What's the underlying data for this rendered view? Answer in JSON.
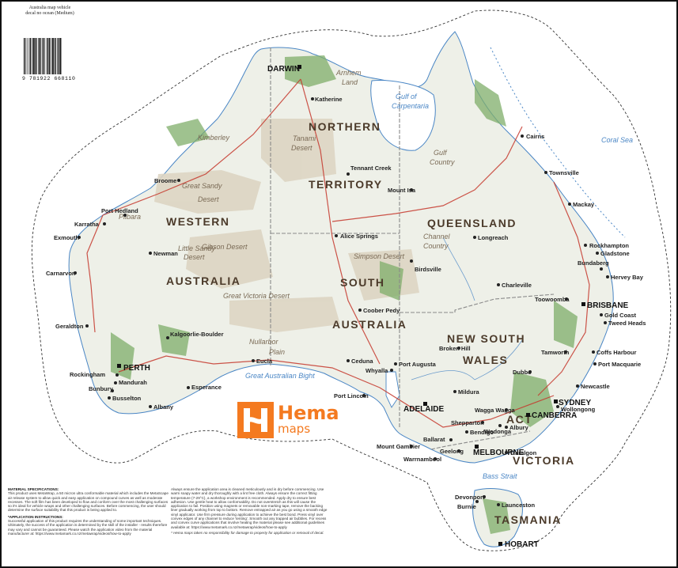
{
  "product": {
    "title": "Australia map vehicle decal no ocean (Medium)",
    "barcode_digits": "9 781922 668110"
  },
  "brand": {
    "name": "Hema",
    "sub": "maps"
  },
  "colors": {
    "land": "#eef0e8",
    "desert": "#ddd5c3",
    "forest": "#7fae6a",
    "water": "#4a86c5",
    "road": "#c5372c",
    "brand_orange": "#f47a20"
  },
  "map": {
    "states": [
      {
        "label": "WESTERN"
      },
      {
        "label": "AUSTRALIA"
      },
      {
        "label": "NORTHERN"
      },
      {
        "label": "TERRITORY"
      },
      {
        "label": "SOUTH"
      },
      {
        "label": "AUSTRALIA"
      },
      {
        "label": "QUEENSLAND"
      },
      {
        "label": "NEW SOUTH"
      },
      {
        "label": "WALES"
      },
      {
        "label": "VICTORIA"
      },
      {
        "label": "TASMANIA"
      },
      {
        "label": "ACT"
      }
    ],
    "regions": [
      {
        "label": "Great Sandy"
      },
      {
        "label": "Desert"
      },
      {
        "label": "Gibson Desert"
      },
      {
        "label": "Little Sandy"
      },
      {
        "label": "Desert"
      },
      {
        "label": "Tanami"
      },
      {
        "label": "Desert"
      },
      {
        "label": "Great Victoria Desert"
      },
      {
        "label": "Simpson Desert"
      },
      {
        "label": "Nullarbor"
      },
      {
        "label": "Plain"
      },
      {
        "label": "Kimberley"
      },
      {
        "label": "Pilbara"
      },
      {
        "label": "Arnhem"
      },
      {
        "label": "Land"
      },
      {
        "label": "Channel"
      },
      {
        "label": "Country"
      },
      {
        "label": "Gulf"
      },
      {
        "label": "Country"
      },
      {
        "label": "Great Australian Bight"
      },
      {
        "label": "Gulf of"
      },
      {
        "label": "Carpentaria"
      },
      {
        "label": "Coral Sea"
      },
      {
        "label": "Bass Strait"
      }
    ],
    "capitals": [
      {
        "label": "DARWIN"
      },
      {
        "label": "PERTH"
      },
      {
        "label": "ADELAIDE"
      },
      {
        "label": "MELBOURNE"
      },
      {
        "label": "SYDNEY"
      },
      {
        "label": "CANBERRA"
      },
      {
        "label": "BRISBANE"
      },
      {
        "label": "HOBART"
      }
    ],
    "cities": [
      {
        "label": "Broome"
      },
      {
        "label": "Port Hedland"
      },
      {
        "label": "Karratha"
      },
      {
        "label": "Newman"
      },
      {
        "label": "Geraldton"
      },
      {
        "label": "Kalgoorlie-Boulder"
      },
      {
        "label": "Esperance"
      },
      {
        "label": "Albany"
      },
      {
        "label": "Bunbury"
      },
      {
        "label": "Busselton"
      },
      {
        "label": "Rockingham"
      },
      {
        "label": "Mandurah"
      },
      {
        "label": "Katherine"
      },
      {
        "label": "Alice Springs"
      },
      {
        "label": "Mount Isa"
      },
      {
        "label": "Tennant Creek"
      },
      {
        "label": "Cairns"
      },
      {
        "label": "Townsville"
      },
      {
        "label": "Mackay"
      },
      {
        "label": "Rockhampton"
      },
      {
        "label": "Gladstone"
      },
      {
        "label": "Bundaberg"
      },
      {
        "label": "Hervey Bay"
      },
      {
        "label": "Toowoomba"
      },
      {
        "label": "Gold Coast"
      },
      {
        "label": "Tweed Heads"
      },
      {
        "label": "Coffs Harbour"
      },
      {
        "label": "Port Macquarie"
      },
      {
        "label": "Tamworth"
      },
      {
        "label": "Newcastle"
      },
      {
        "label": "Wollongong"
      },
      {
        "label": "Dubbo"
      },
      {
        "label": "Wagga Wagga"
      },
      {
        "label": "Albury"
      },
      {
        "label": "Broken Hill"
      },
      {
        "label": "Mildura"
      },
      {
        "label": "Whyalla"
      },
      {
        "label": "Port Augusta"
      },
      {
        "label": "Port Lincoln"
      },
      {
        "label": "Ceduna"
      },
      {
        "label": "Mount Gambier"
      },
      {
        "label": "Warrnambool"
      },
      {
        "label": "Geelong"
      },
      {
        "label": "Ballarat"
      },
      {
        "label": "Bendigo"
      },
      {
        "label": "Shepparton"
      },
      {
        "label": "Wodonga"
      },
      {
        "label": "Traralgon"
      },
      {
        "label": "Launceston"
      },
      {
        "label": "Devonport"
      },
      {
        "label": "Burnie"
      },
      {
        "label": "Longreach"
      },
      {
        "label": "Charleville"
      },
      {
        "label": "Birdsville"
      },
      {
        "label": "Coober Pedy"
      },
      {
        "label": "Eucla"
      },
      {
        "label": "Carnarvon"
      },
      {
        "label": "Exmouth"
      }
    ]
  },
  "specs": {
    "material_heading": "MATERIAL SPECIFICATIONS:",
    "material_text": "This product uses MetaWrap, a 50 micron ultra conformable material which includes the MetaScape air release system to allow quick and easy application on compound curves as well as moderate recesses. The soft film has been developed to flow and conform over the most challenging surfaces so it's ideal for vehicle wraps and other challenging surfaces. Before commencing, the user should determine the surface suitability that this product is being applied to.",
    "application_heading": "*APPLICATION INSTRUCTIONS:",
    "application_text": "Successful application of this product requires the understanding of some important techniques. Ultimately, the success of the application is determined by the skill of the installer - results therefore may vary and cannot be guaranteed. Please watch the application video from the material manufacturer at: https://www.metamark.co.nz/metawrap/videos/how-to-apply",
    "steps_text": "Always ensure the application area is cleaned meticulously and is dry before commencing. Use warm soapy water and dry thoroughly with a lint free cloth. Always ensure the correct fitting temperature (7-29°C), a workshop environment is recommended. Apply dry to ensure best adhesion. Use gentle heat to allow conformability. Do not overstretch as this will cause the application to fail. Position using magnets or removable non-marking tape, remove the backing liner gradually working from top to bottom. Remove entrapped air as you go using a smooth edge vinyl applicator. Use firm pressure during application to achieve the best bond. Press vinyl over convex edges of any channel to reduce 'tenting'. Smooth out any trapped air bubbles. For recess and convex curve applications that involve heating the material please see additional guidelines available at: https://www.metamark.co.nz/metawrap/videos/how-to-apply",
    "disclaimer": "* Hema maps takes no responsibility for damage to property for application or removal of decal."
  }
}
